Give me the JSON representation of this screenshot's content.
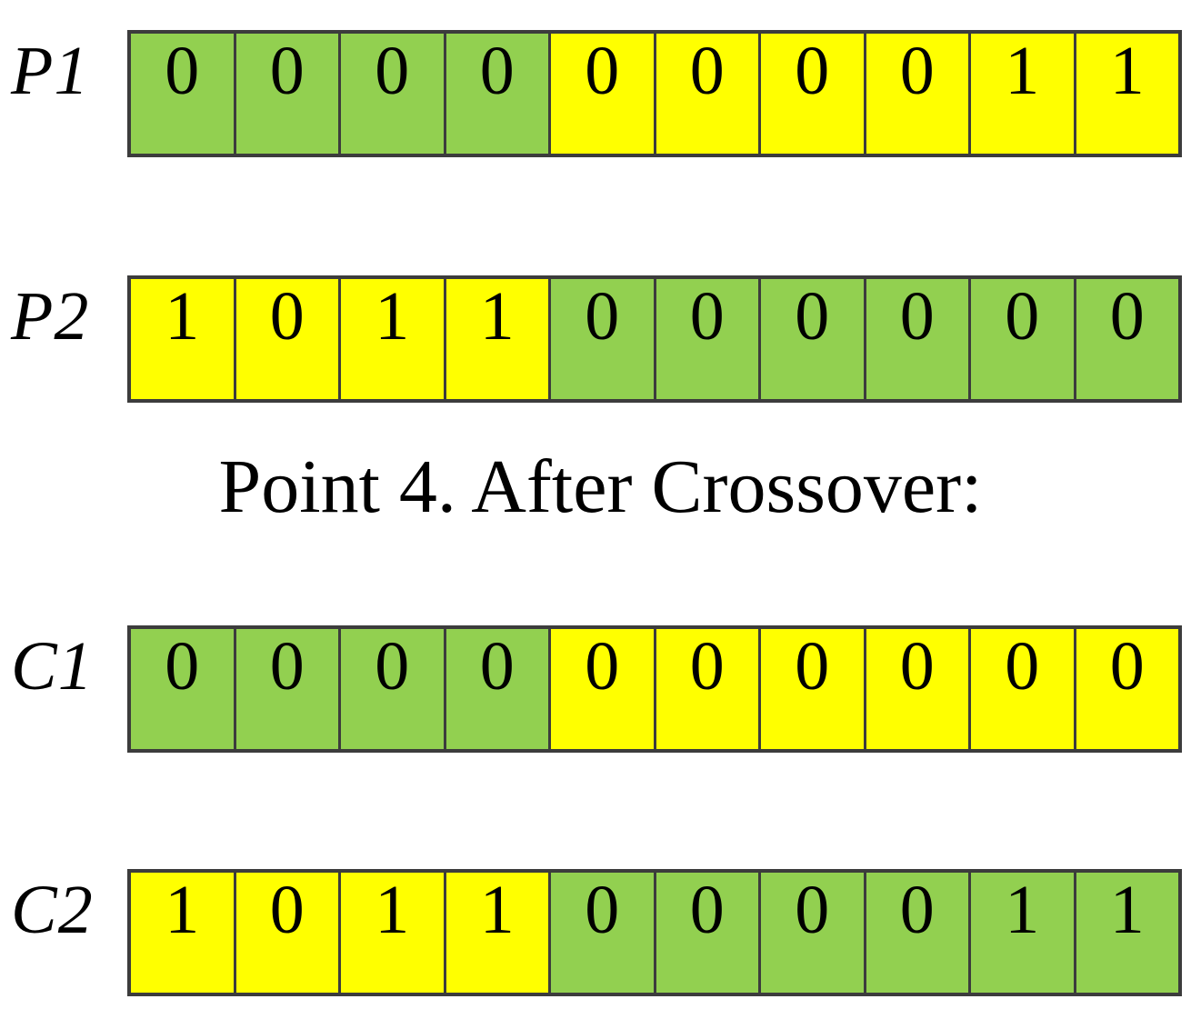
{
  "title": "Point 4. After Crossover:",
  "colors": {
    "green": "#92D050",
    "yellow": "#FFFF00",
    "border": "#3c3c3c",
    "text": "#000000"
  },
  "rows": [
    {
      "label": "P1",
      "cells": [
        {
          "value": "0",
          "color": "green"
        },
        {
          "value": "0",
          "color": "green"
        },
        {
          "value": "0",
          "color": "green"
        },
        {
          "value": "0",
          "color": "green"
        },
        {
          "value": "0",
          "color": "yellow"
        },
        {
          "value": "0",
          "color": "yellow"
        },
        {
          "value": "0",
          "color": "yellow"
        },
        {
          "value": "0",
          "color": "yellow"
        },
        {
          "value": "1",
          "color": "yellow"
        },
        {
          "value": "1",
          "color": "yellow"
        }
      ]
    },
    {
      "label": "P2",
      "cells": [
        {
          "value": "1",
          "color": "yellow"
        },
        {
          "value": "0",
          "color": "yellow"
        },
        {
          "value": "1",
          "color": "yellow"
        },
        {
          "value": "1",
          "color": "yellow"
        },
        {
          "value": "0",
          "color": "green"
        },
        {
          "value": "0",
          "color": "green"
        },
        {
          "value": "0",
          "color": "green"
        },
        {
          "value": "0",
          "color": "green"
        },
        {
          "value": "0",
          "color": "green"
        },
        {
          "value": "0",
          "color": "green"
        }
      ]
    },
    {
      "label": "C1",
      "cells": [
        {
          "value": "0",
          "color": "green"
        },
        {
          "value": "0",
          "color": "green"
        },
        {
          "value": "0",
          "color": "green"
        },
        {
          "value": "0",
          "color": "green"
        },
        {
          "value": "0",
          "color": "yellow"
        },
        {
          "value": "0",
          "color": "yellow"
        },
        {
          "value": "0",
          "color": "yellow"
        },
        {
          "value": "0",
          "color": "yellow"
        },
        {
          "value": "0",
          "color": "yellow"
        },
        {
          "value": "0",
          "color": "yellow"
        }
      ]
    },
    {
      "label": "C2",
      "cells": [
        {
          "value": "1",
          "color": "yellow"
        },
        {
          "value": "0",
          "color": "yellow"
        },
        {
          "value": "1",
          "color": "yellow"
        },
        {
          "value": "1",
          "color": "yellow"
        },
        {
          "value": "0",
          "color": "green"
        },
        {
          "value": "0",
          "color": "green"
        },
        {
          "value": "0",
          "color": "green"
        },
        {
          "value": "0",
          "color": "green"
        },
        {
          "value": "1",
          "color": "green"
        },
        {
          "value": "1",
          "color": "green"
        }
      ]
    }
  ]
}
